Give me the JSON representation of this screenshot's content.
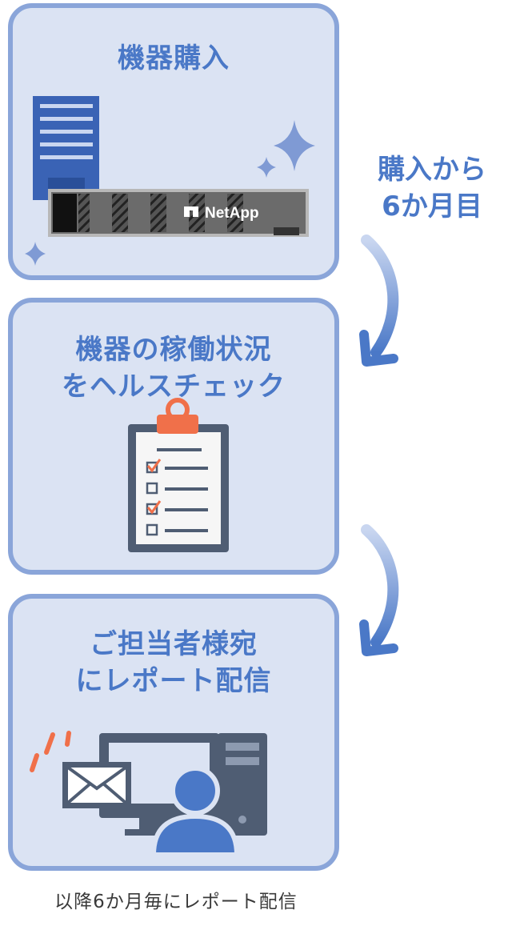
{
  "steps": [
    {
      "title_lines": [
        "機器購入"
      ]
    },
    {
      "title_lines": [
        "機器の稼働状況",
        "をヘルスチェック"
      ]
    },
    {
      "title_lines": [
        "ご担当者様宛",
        "にレポート配信"
      ]
    }
  ],
  "transition": {
    "lines": [
      "購入から",
      "6か月目"
    ]
  },
  "brand": {
    "logo_text": "NetApp"
  },
  "footer_note": "以降6か月毎にレポート配信",
  "colors": {
    "panel_bg": "#dbe3f3",
    "panel_border": "#8aa5d9",
    "accent_blue": "#4a78c7",
    "icon_dark": "#4f5d73",
    "icon_orange": "#f0704a"
  },
  "icons": [
    "server-rack-icon",
    "netapp-storage-icon",
    "sparkle-icon",
    "clipboard-checklist-icon",
    "curved-arrow-down-icon",
    "computer-user-icon",
    "envelope-icon"
  ]
}
